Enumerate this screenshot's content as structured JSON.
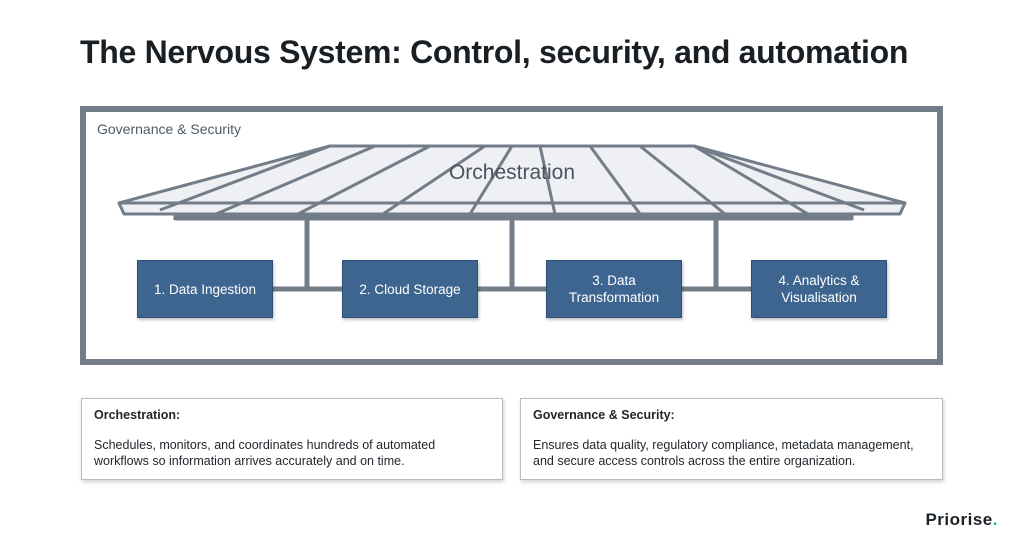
{
  "title": "The Nervous System: Control, security, and automation",
  "diagram": {
    "governance_label": "Governance & Security",
    "orchestration_label": "Orchestration",
    "steps": [
      {
        "label": "1. Data Ingestion"
      },
      {
        "label": "2. Cloud Storage"
      },
      {
        "label": "3. Data\nTransformation"
      },
      {
        "label": "4. Analytics &\nVisualisation"
      }
    ]
  },
  "cards": [
    {
      "title": "Orchestration:",
      "body": "Schedules, monitors, and coordinates hundreds of automated\nworkflows so information arrives accurately and on time."
    },
    {
      "title": "Governance & Security:",
      "body": "Ensures data quality, regulatory compliance, metadata management,\nand secure access controls across the entire organization."
    }
  ],
  "brand": {
    "name": "Priorise",
    "dot": "."
  },
  "colors": {
    "frame": "#737d89",
    "step_fill": "#3e6490",
    "accent": "#17b3a3"
  }
}
